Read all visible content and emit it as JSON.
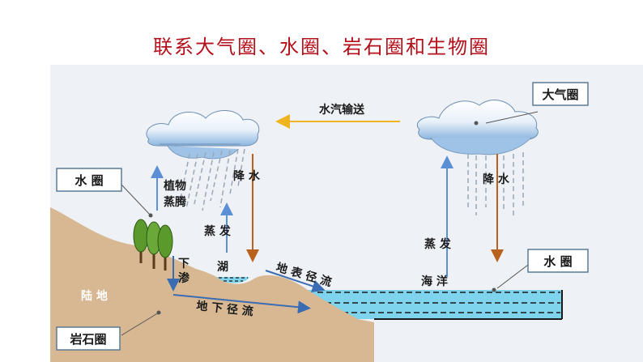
{
  "title": "联系大气圈、水圈、岩石圈和生物圈",
  "labels": {
    "vapor_transport": "水汽输送",
    "atmosphere": "大气圈",
    "hydrosphere_left": "水 圈",
    "hydrosphere_right": "水 圈",
    "lithosphere": "岩石圈",
    "transpiration": [
      "植物",
      "蒸腾"
    ],
    "precip_left": "降 水",
    "precip_right": "降 水",
    "evap_left": "蒸 发",
    "evap_right": "蒸 发",
    "infiltration": [
      "下",
      "渗"
    ],
    "lake": "湖",
    "surface_runoff": "地 表 径 流",
    "groundwater_runoff": "地 下 径 流",
    "land": "陆 地",
    "ocean": "海 洋"
  },
  "colors": {
    "title": "#b3101b",
    "panel": "#eef1f5",
    "land": "#d7b893",
    "sea": "#7dd4ec",
    "cloud": "#9ec3e6",
    "rain": "#9aa7b8",
    "up_arrow": "#5b8fd6",
    "down_arrow": "#b8621d",
    "vapor_arrow": "#f1b421",
    "runoff_arrow": "#3a6cb4",
    "tree": "#5a9a2c"
  }
}
